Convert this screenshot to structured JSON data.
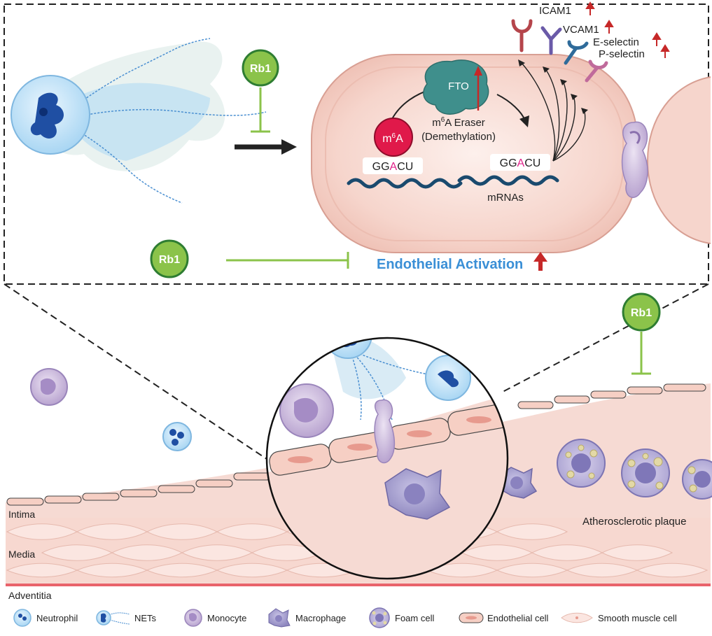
{
  "inset": {
    "rb1_top": "Rb1",
    "rb1_bottom": "Rb1",
    "fto_label": "FTO",
    "m6a_m": "m",
    "m6a_sup": "6",
    "m6a_a": "A",
    "seq_left": {
      "pre": "GG",
      "mid": "A",
      "post": "CU"
    },
    "seq_right": {
      "pre": "GG",
      "mid": "A",
      "post": "CU"
    },
    "eraser_m": "m",
    "eraser_sup": "6",
    "eraser_rest": "A Eraser",
    "eraser_sub": "(Demethylation)",
    "mrnas_label": "mRNAs",
    "activation_label": "Endothelial Activation",
    "molecules": [
      "ICAM1",
      "VCAM1",
      "E-selectin",
      "P-selectin"
    ]
  },
  "vessel": {
    "rb1_label": "Rb1",
    "intima": "Intima",
    "media": "Media",
    "adventitia": "Adventitia",
    "plaque_label": "Atherosclerotic plaque"
  },
  "legend": [
    "Neutrophil",
    "NETs",
    "Monocyte",
    "Macrophage",
    "Foam cell",
    "Endothelial cell",
    "Smooth muscle cell"
  ],
  "colors": {
    "rb1_green": "#8bc34a",
    "rb1_dark": "#2e7d32",
    "inhibit_line": "#8bc34a",
    "up_arrow": "#c62828",
    "activation_text": "#3a8fd6",
    "m6a_red": "#e0194a",
    "magenta_A": "#e0218a",
    "fto_teal": "#3f8f8c",
    "cell_pink": "#f6d2c9",
    "adventitia_red": "#e9636b"
  }
}
